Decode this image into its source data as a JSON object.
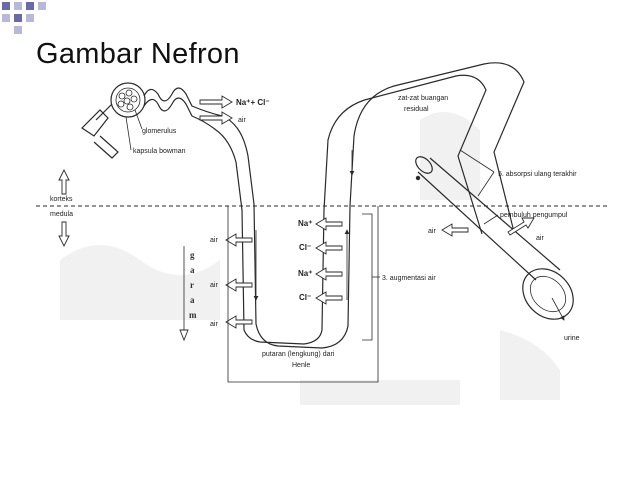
{
  "slide": {
    "title": "Gambar Nefron"
  },
  "colors": {
    "corner_square_1": "#6a6aa8",
    "corner_square_2": "#b8b8d8",
    "ink": "#2a2a2a"
  },
  "diagram": {
    "labels": {
      "na_cl_top": "Na⁺+ Cl⁻",
      "air_top": "air",
      "glomerulus": "glomerulus",
      "kapsula": "kapsula bowman",
      "korteks": "korteks",
      "medula": "medula",
      "garam": [
        "g",
        "a",
        "r",
        "a",
        "m"
      ],
      "air_desc_1": "air",
      "air_desc_2": "air",
      "air_desc_3": "air",
      "ion_na_1": "Na⁺",
      "ion_cl_1": "Cl⁻",
      "ion_na_2": "Na⁺",
      "ion_cl_2": "Cl⁻",
      "augmentasi": "3. augmentasi air",
      "henle_line1": "putaran (lengkung) dari",
      "henle_line2": "Henle",
      "zat_line1": "zat-zat buangan",
      "zat_line2": "residual",
      "absorpsi": "5. absorpsi ulang terakhir",
      "pembuluh": "pembuluh pengumpul",
      "air_collect_left": "air",
      "air_collect_right": "air",
      "urine": "urine"
    }
  }
}
